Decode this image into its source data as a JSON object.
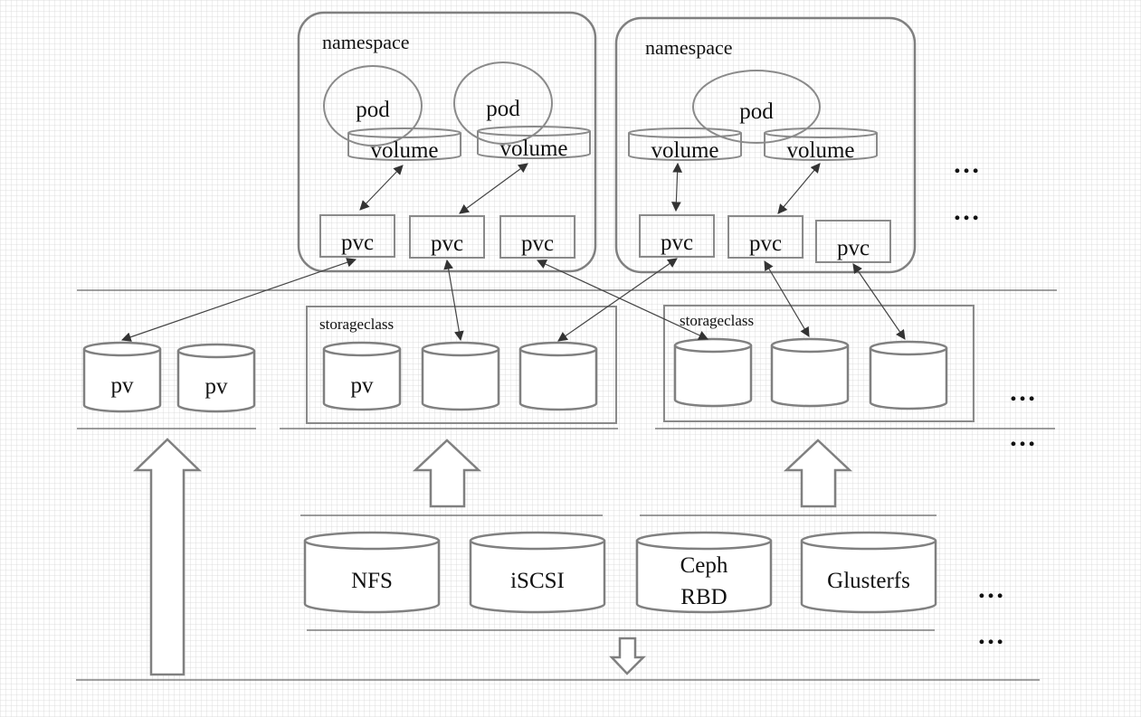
{
  "labels": {
    "namespace": "namespace",
    "pod": "pod",
    "volume": "volume",
    "pvc": "pvc",
    "pv": "pv",
    "storageclass": "storageclass",
    "ellipsis": "…"
  },
  "backends": {
    "nfs": "NFS",
    "iscsi": "iSCSI",
    "ceph_line1": "Ceph",
    "ceph_line2": "RBD",
    "glusterfs": "Glusterfs"
  },
  "colors": {
    "outline": "#808080",
    "arrow": "#444444",
    "text": "#111111",
    "background": "#ffffff"
  }
}
